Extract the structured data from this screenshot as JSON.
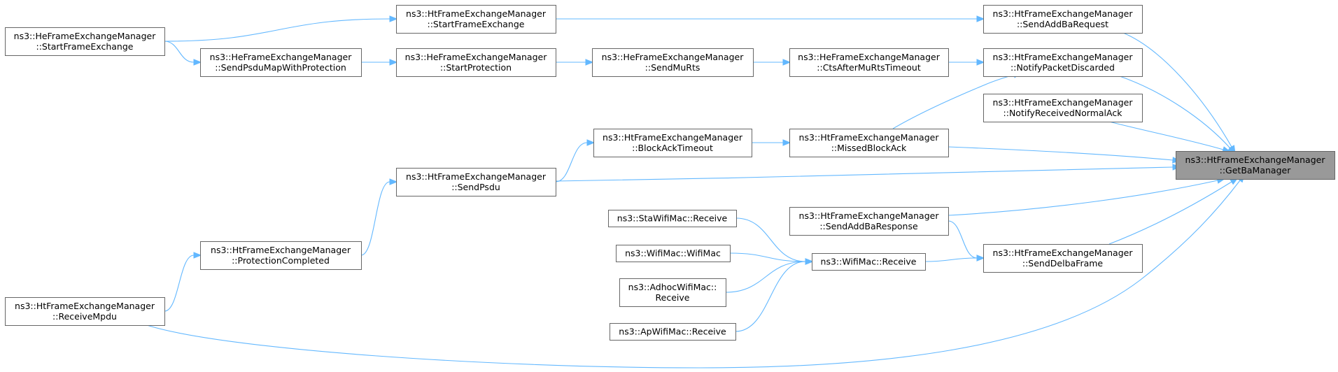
{
  "graph": {
    "colors": {
      "edge": "#63b8ff",
      "node_border": "#666666",
      "root_fill": "#999999",
      "node_fill": "#ffffff"
    },
    "nodes": [
      {
        "id": "getbamanager",
        "lines": [
          "ns3::HtFrameExchangeManager",
          "::GetBaManager"
        ],
        "root": true
      },
      {
        "id": "he-startframeexchange",
        "lines": [
          "ns3::HeFrameExchangeManager",
          "::StartFrameExchange"
        ]
      },
      {
        "id": "ht-startframeexchange",
        "lines": [
          "ns3::HtFrameExchangeManager",
          "::StartFrameExchange"
        ]
      },
      {
        "id": "sendaddbarequest",
        "lines": [
          "ns3::HtFrameExchangeManager",
          "::SendAddBaRequest"
        ]
      },
      {
        "id": "sendpsdumapwithprotection",
        "lines": [
          "ns3::HeFrameExchangeManager",
          "::SendPsduMapWithProtection"
        ]
      },
      {
        "id": "startprotection",
        "lines": [
          "ns3::HeFrameExchangeManager",
          "::StartProtection"
        ]
      },
      {
        "id": "sendmurts",
        "lines": [
          "ns3::HeFrameExchangeManager",
          "::SendMuRts"
        ]
      },
      {
        "id": "ctsaftermurtstimeout",
        "lines": [
          "ns3::HeFrameExchangeManager",
          "::CtsAfterMuRtsTimeout"
        ]
      },
      {
        "id": "notifypacketdiscarded",
        "lines": [
          "ns3::HtFrameExchangeManager",
          "::NotifyPacketDiscarded"
        ]
      },
      {
        "id": "notifyreceivednormalack",
        "lines": [
          "ns3::HtFrameExchangeManager",
          "::NotifyReceivedNormalAck"
        ]
      },
      {
        "id": "blockacktimeout",
        "lines": [
          "ns3::HtFrameExchangeManager",
          "::BlockAckTimeout"
        ]
      },
      {
        "id": "missedblockack",
        "lines": [
          "ns3::HtFrameExchangeManager",
          "::MissedBlockAck"
        ]
      },
      {
        "id": "sendpsdu",
        "lines": [
          "ns3::HtFrameExchangeManager",
          "::SendPsdu"
        ]
      },
      {
        "id": "sendaddbaresponse",
        "lines": [
          "ns3::HtFrameExchangeManager",
          "::SendAddBaResponse"
        ]
      },
      {
        "id": "stawifimac-receive",
        "lines": [
          "ns3::StaWifiMac::Receive"
        ]
      },
      {
        "id": "wifimac-wifimac",
        "lines": [
          "ns3::WifiMac::WifiMac"
        ]
      },
      {
        "id": "wifimac-receive",
        "lines": [
          "ns3::WifiMac::Receive"
        ]
      },
      {
        "id": "senddelbaframe",
        "lines": [
          "ns3::HtFrameExchangeManager",
          "::SendDelbaFrame"
        ]
      },
      {
        "id": "adhocwifimac-receive",
        "lines": [
          "ns3::AdhocWifiMac::",
          "Receive"
        ]
      },
      {
        "id": "apwifimac-receive",
        "lines": [
          "ns3::ApWifiMac::Receive"
        ]
      },
      {
        "id": "protectioncompleted",
        "lines": [
          "ns3::HtFrameExchangeManager",
          "::ProtectionCompleted"
        ]
      },
      {
        "id": "receivempdu",
        "lines": [
          "ns3::HtFrameExchangeManager",
          "::ReceiveMpdu"
        ]
      }
    ],
    "edges": [
      {
        "from": "he-startframeexchange",
        "to": "ht-startframeexchange"
      },
      {
        "from": "ht-startframeexchange",
        "to": "sendaddbarequest"
      },
      {
        "from": "sendaddbarequest",
        "to": "getbamanager"
      },
      {
        "from": "he-startframeexchange",
        "to": "sendpsdumapwithprotection"
      },
      {
        "from": "sendpsdumapwithprotection",
        "to": "startprotection"
      },
      {
        "from": "startprotection",
        "to": "sendmurts"
      },
      {
        "from": "sendmurts",
        "to": "ctsaftermurtstimeout"
      },
      {
        "from": "ctsaftermurtstimeout",
        "to": "notifypacketdiscarded"
      },
      {
        "from": "notifypacketdiscarded",
        "to": "getbamanager"
      },
      {
        "from": "missedblockack",
        "to": "notifypacketdiscarded"
      },
      {
        "from": "notifyreceivednormalack",
        "to": "getbamanager"
      },
      {
        "from": "blockacktimeout",
        "to": "missedblockack"
      },
      {
        "from": "missedblockack",
        "to": "getbamanager"
      },
      {
        "from": "sendpsdu",
        "to": "blockacktimeout"
      },
      {
        "from": "sendpsdu",
        "to": "getbamanager"
      },
      {
        "from": "protectioncompleted",
        "to": "sendpsdu"
      },
      {
        "from": "receivempdu",
        "to": "protectioncompleted"
      },
      {
        "from": "receivempdu",
        "to": "getbamanager"
      },
      {
        "from": "sendaddbaresponse",
        "to": "getbamanager"
      },
      {
        "from": "sendaddbaresponse",
        "to": "senddelbaframe"
      },
      {
        "from": "senddelbaframe",
        "to": "getbamanager"
      },
      {
        "from": "wifimac-receive",
        "to": "senddelbaframe"
      },
      {
        "from": "stawifimac-receive",
        "to": "wifimac-receive"
      },
      {
        "from": "wifimac-wifimac",
        "to": "wifimac-receive"
      },
      {
        "from": "adhocwifimac-receive",
        "to": "wifimac-receive"
      },
      {
        "from": "apwifimac-receive",
        "to": "wifimac-receive"
      }
    ]
  }
}
